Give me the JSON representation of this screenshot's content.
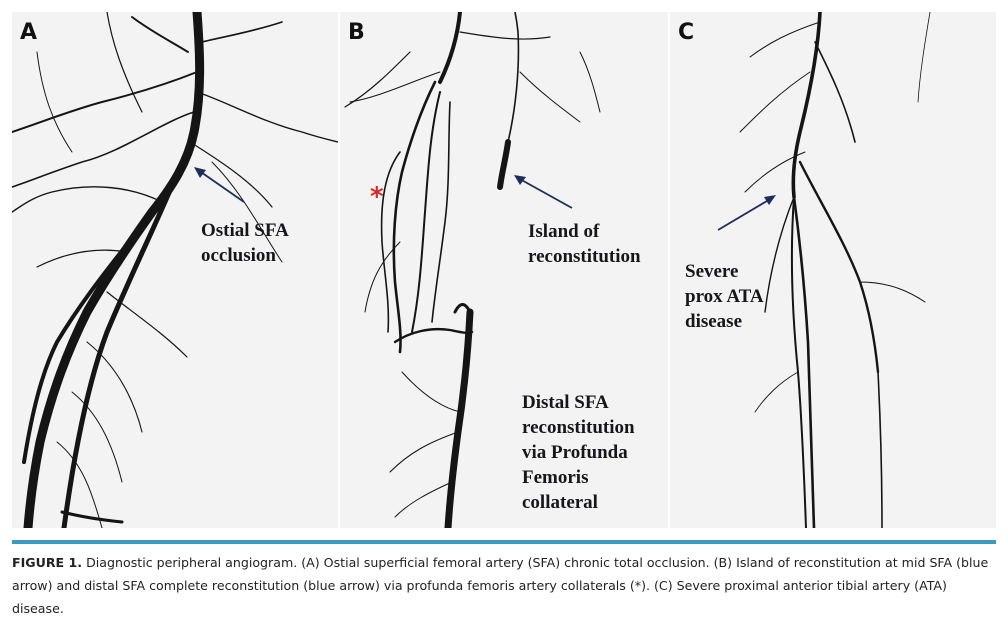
{
  "panels": {
    "a": {
      "letter": "A",
      "annotation": "Ostial SFA\nocclusion"
    },
    "b": {
      "letter": "B",
      "annotation_1": "Island of\nreconstitution",
      "annotation_2": "Distal SFA\nreconstitution\nvia Profunda\nFemoris\ncollateral",
      "asterisk": "*"
    },
    "c": {
      "letter": "C",
      "annotation": "Severe\nprox ATA\ndisease"
    }
  },
  "caption": {
    "label": "FIGURE 1.",
    "text": " Diagnostic peripheral angiogram. (A) Ostial superficial femoral artery (SFA) chronic total occlusion. (B) Island of reconstitution at mid SFA (blue arrow) and distal SFA complete reconstitution (blue arrow) via profunda femoris artery collaterals (*). (C) Severe proximal anterior tibial artery (ATA) disease."
  },
  "colors": {
    "rule": "#3a9ac4",
    "asterisk": "#d22b2b",
    "arrow": "#1f2d5a",
    "vessel": "#151515"
  }
}
